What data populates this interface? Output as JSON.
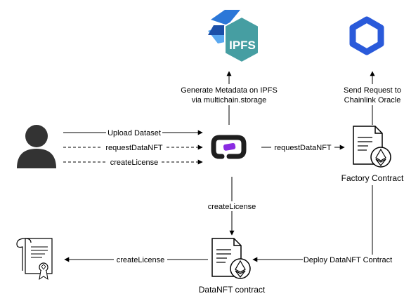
{
  "nodes": {
    "ipfs_logo": {
      "text": "IPFS"
    },
    "factory_contract": {
      "label": "Factory Contract"
    },
    "datanft_contract": {
      "label": "DataNFT contract"
    }
  },
  "edges": {
    "upload_dataset": "Upload Dataset",
    "request_datanft_user": "requestDataNFT",
    "create_license_user": "createLicense",
    "generate_metadata": [
      "Generate Metadata on IPFS",
      "via multichain.storage"
    ],
    "send_request": [
      "Send Request to",
      "Chainlink Oracle"
    ],
    "request_datanft_factory": "requestDataNFT",
    "create_license_down": "createLicense",
    "deploy_datanft": "Deploy DataNFT Contract",
    "create_license_out": "createLicense"
  },
  "colors": {
    "ipfs_teal": "#469ea2",
    "ipfs_blue": "#2b77d8",
    "chainlink_blue": "#2a5ada",
    "platform_purple": "#8a2be2",
    "platform_black": "#1e1e1e",
    "user_gray": "#333333"
  }
}
